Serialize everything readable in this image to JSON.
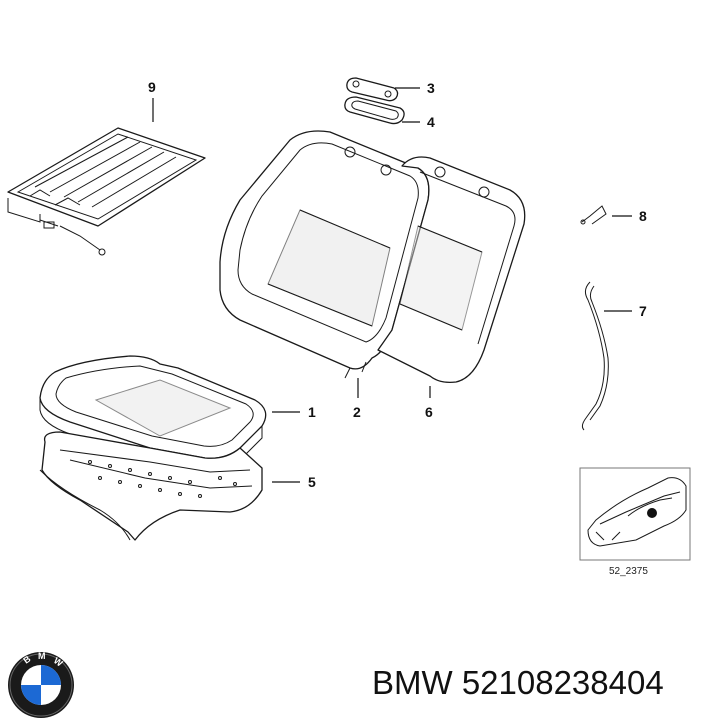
{
  "callouts": [
    {
      "id": "1",
      "label": "1"
    },
    {
      "id": "2",
      "label": "2"
    },
    {
      "id": "3",
      "label": "3"
    },
    {
      "id": "4",
      "label": "4"
    },
    {
      "id": "5",
      "label": "5"
    },
    {
      "id": "6",
      "label": "6"
    },
    {
      "id": "7",
      "label": "7"
    },
    {
      "id": "8",
      "label": "8"
    },
    {
      "id": "9",
      "label": "9"
    }
  ],
  "inset": {
    "reference": "52_2375"
  },
  "footer": {
    "brand": "BMW",
    "part_number": "52108238404",
    "text": "BMW 52108238404"
  },
  "logo": {
    "letters": "BMW",
    "colors": {
      "blue": "#1c69d4",
      "white": "#ffffff",
      "ring": "#1a1a1a"
    }
  }
}
